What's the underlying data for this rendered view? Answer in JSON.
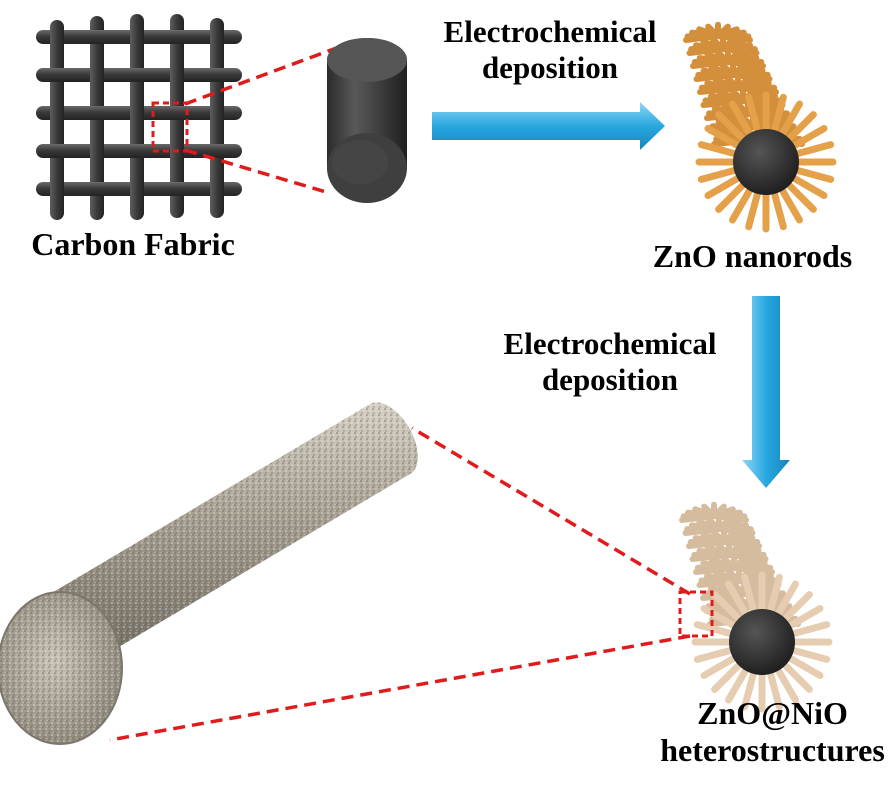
{
  "labels": {
    "carbon_fabric": "Carbon Fabric",
    "step1_line1": "Electrochemical",
    "step1_line2": "deposition",
    "zno_nanorods": "ZnO nanorods",
    "step2_line1": "Electrochemical",
    "step2_line2": "deposition",
    "hetero_line1": "ZnO@NiO",
    "hetero_line2": "heterostructures"
  },
  "colors": {
    "fiber_dark": "#3d3d3d",
    "fiber_core": "#2a2a2a",
    "arrow_blue": "#29a8e0",
    "zoom_line_red": "#e01b1b",
    "zno_rod_orange": "#e5a04a",
    "nio_rod_beige": "#e6cdb2",
    "nio_surface_gray": "#a8a092"
  }
}
